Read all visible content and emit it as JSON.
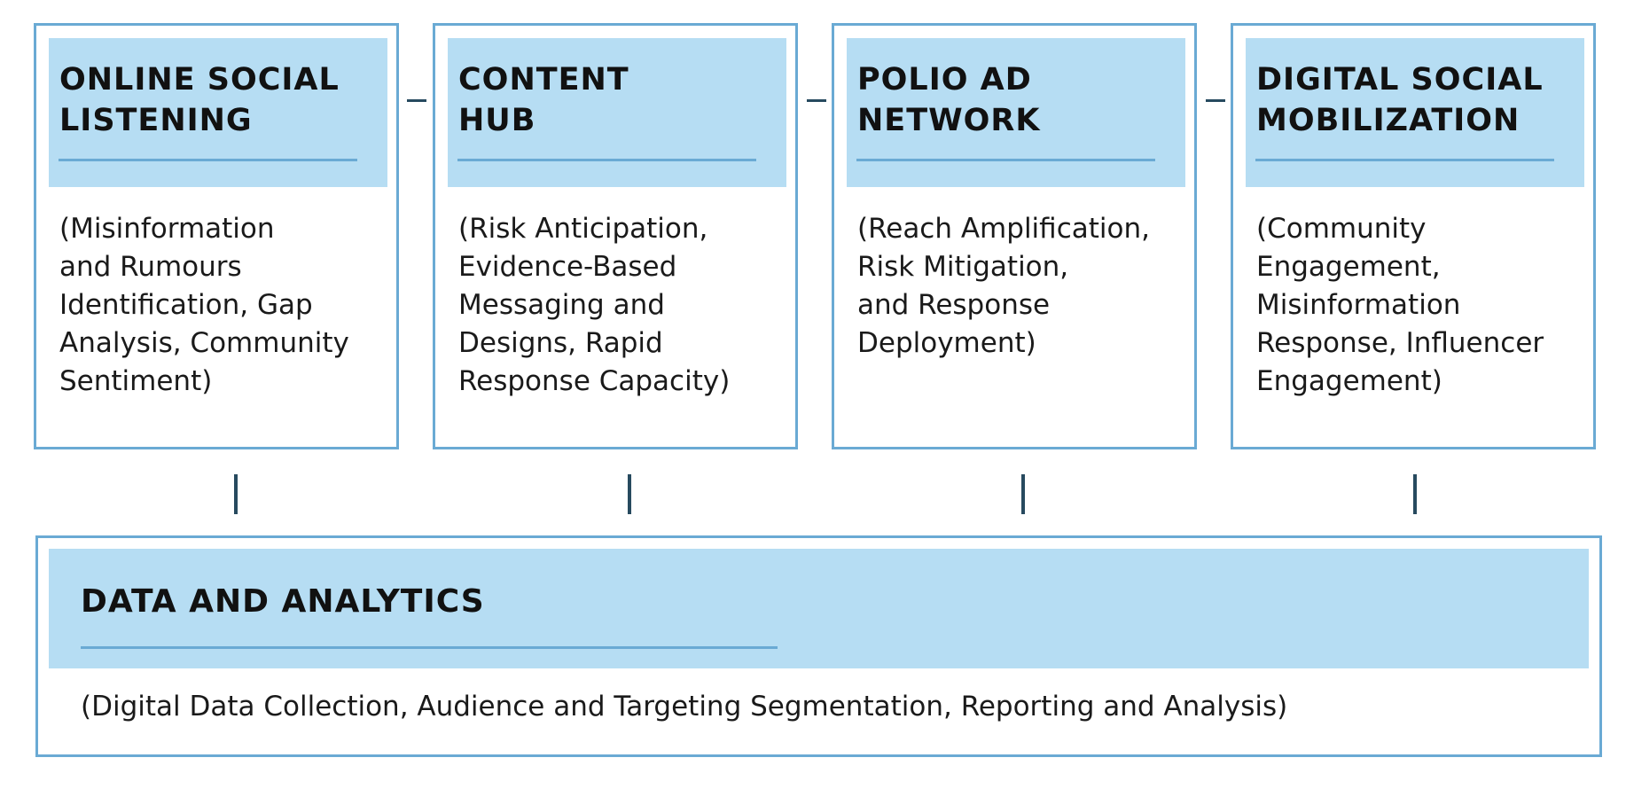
{
  "colors": {
    "border": "#6aaad4",
    "header_fill": "#b6ddf3",
    "connector": "#274a5f",
    "text": "#111111"
  },
  "pillars": [
    {
      "title": "ONLINE SOCIAL\nLISTENING",
      "description": "(Misinformation\nand Rumours\nIdentification, Gap\nAnalysis, Community\nSentiment)"
    },
    {
      "title": "CONTENT\nHUB",
      "description": "(Risk Anticipation,\nEvidence-Based\nMessaging and\nDesigns, Rapid\nResponse Capacity)"
    },
    {
      "title": "POLIO AD\nNETWORK",
      "description": "(Reach Amplification,\nRisk Mitigation,\nand Response\nDeployment)"
    },
    {
      "title": "DIGITAL SOCIAL\nMOBILIZATION",
      "description": "(Community\nEngagement,\nMisinformation\nResponse, Influencer\nEngagement)"
    }
  ],
  "foundation": {
    "title": "DATA AND ANALYTICS",
    "description": "(Digital Data Collection, Audience and Targeting Segmentation, Reporting and Analysis)"
  }
}
